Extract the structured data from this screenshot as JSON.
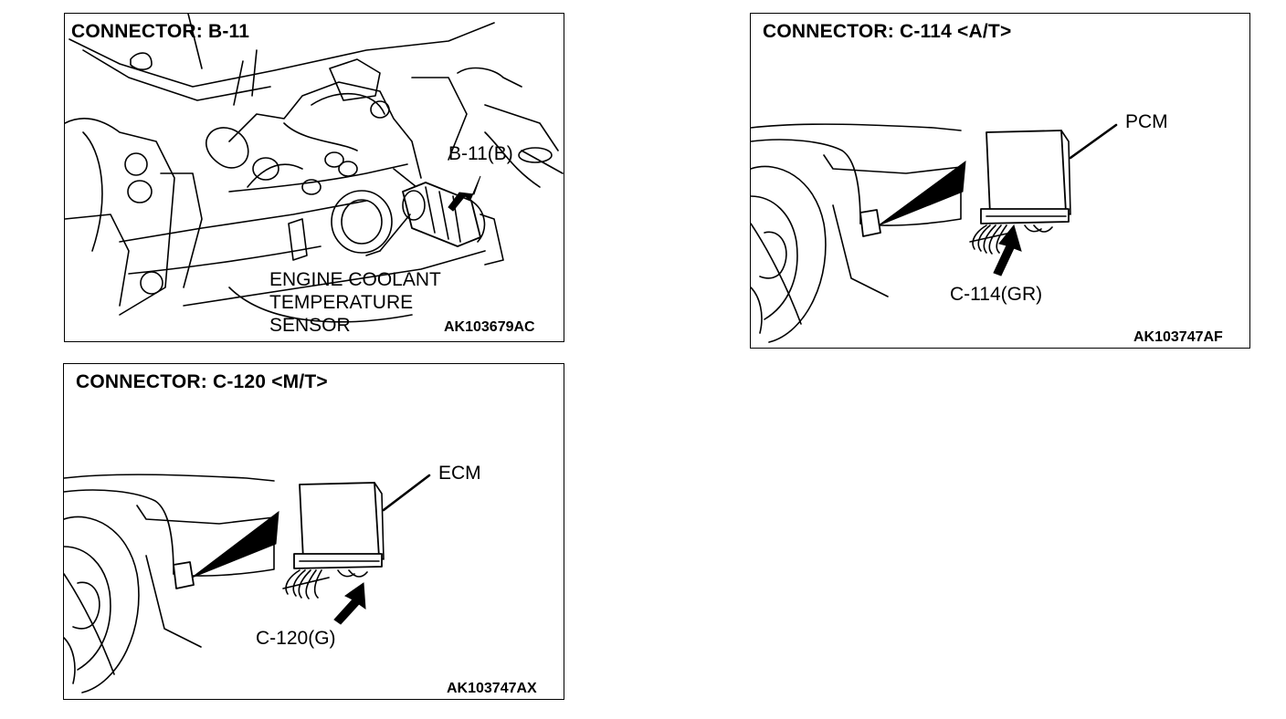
{
  "panels": {
    "b11": {
      "title": "CONNECTOR: B-11",
      "connector_label": "B-11(B)",
      "sensor_label": [
        "ENGINE COOLANT",
        "TEMPERATURE",
        "SENSOR"
      ],
      "figure_code": "AK103679AC"
    },
    "c114": {
      "title": "CONNECTOR: C-114 <A/T>",
      "module_label": "PCM",
      "connector_label": "C-114(GR)",
      "figure_code": "AK103747AF"
    },
    "c120": {
      "title": "CONNECTOR: C-120 <M/T>",
      "module_label": "ECM",
      "connector_label": "C-120(G)",
      "figure_code": "AK103747AX"
    }
  }
}
